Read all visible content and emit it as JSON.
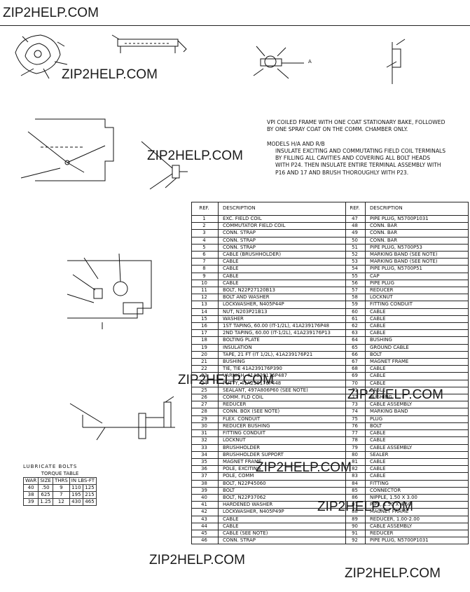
{
  "watermarks": [
    "ZIP2HELP.COM",
    "ZIP2HELP.COM",
    "ZIP2HELP.COM",
    "ZIP2HELP.COM",
    "ZIP2HELP.COM",
    "ZIP2HELP.COM",
    "ZIP2HELP.COM",
    "ZIP2HELP.COM",
    "ZIP2HELP.COM"
  ],
  "notes": {
    "vpi": "VPI COILED FRAME WITH ONE COAT STATIONARY BAKE, FOLLOWED",
    "vpi2": "BY ONE SPRAY COAT ON THE COMM. CHAMBER ONLY.",
    "models": "MODELS H/A AND R/B",
    "models1": "INSULATE EXCITING AND COMMUTATING FIELD COIL TERMINALS",
    "models2": "BY FILLING ALL CAVITIES AND COVERING ALL BOLT HEADS",
    "models3": "WITH P24. THEN INSULATE ENTIRE TERMINAL ASSEMBLY WITH",
    "models4": "P16 AND 17 AND BRUSH THOROUGHLY WITH P23."
  },
  "drawing_labels": {
    "arrow_a": "A"
  },
  "parts_table": {
    "headers": [
      "REF.",
      "DESCRIPTION",
      "REF.",
      "DESCRIPTION"
    ],
    "rows": [
      [
        "1",
        "EXC. FIELD COIL",
        "47",
        "PIPE PLUG, N5700P1031"
      ],
      [
        "2",
        "COMMUTATOR FIELD COIL",
        "48",
        "CONN. BAR"
      ],
      [
        "3",
        "CONN. STRAP",
        "49",
        "CONN. BAR"
      ],
      [
        "4",
        "CONN. STRAP",
        "50",
        "CONN. BAR"
      ],
      [
        "5",
        "CONN. STRAP",
        "51",
        "PIPE PLUG, N5700P53"
      ],
      [
        "6",
        "CABLE (BRUSHHOLDER)",
        "52",
        "MARKING BAND (SEE NOTE)"
      ],
      [
        "7",
        "CABLE",
        "53",
        "MARKING BAND (SEE NOTE)"
      ],
      [
        "8",
        "CABLE",
        "54",
        "PIPE PLUG, N5700P51"
      ],
      [
        "9",
        "CABLE",
        "55",
        "CAP"
      ],
      [
        "10",
        "CABLE",
        "56",
        "PIPE PLUG"
      ],
      [
        "11",
        "BOLT, N22P27120B13",
        "57",
        "REDUCER"
      ],
      [
        "12",
        "BOLT AND WASHER",
        "58",
        "LOCKNUT"
      ],
      [
        "13",
        "LOCKWASHER, N405P44P",
        "59",
        "FITTING CONDUIT"
      ],
      [
        "14",
        "NUT, N203P21B13",
        "60",
        "CABLE"
      ],
      [
        "15",
        "WASHER",
        "61",
        "CABLE"
      ],
      [
        "16",
        "1ST TAPING, 60.00 (IT-1/2L), 41A239176P48",
        "62",
        "CABLE"
      ],
      [
        "17",
        "2ND TAPING, 60.00 (IT-1/2L), 41A239176P13",
        "63",
        "CABLE"
      ],
      [
        "18",
        "BOLTING PLATE",
        "64",
        "BUSHING"
      ],
      [
        "19",
        "INSULATION",
        "65",
        "GROUND CABLE"
      ],
      [
        "20",
        "TAPE, 21 FT (IT 1/2L), 41A239176P21",
        "66",
        "BOLT"
      ],
      [
        "21",
        "BUSHING",
        "67",
        "MAGNET FRAME"
      ],
      [
        "22",
        "TIE, TIE 41A239176P390",
        "68",
        "CABLE"
      ],
      [
        "23",
        "VARNISH, 41A239176P487",
        "69",
        "CABLE"
      ],
      [
        "24",
        "PUTTY, 41A239176P448",
        "70",
        "CABLE"
      ],
      [
        "25",
        "SEALANT, 497A806P60 (SEE NOTE)",
        "71",
        "CABLE"
      ],
      [
        "26",
        "COMM. FLD COIL",
        "72",
        "BUSHING"
      ],
      [
        "27",
        "REDUCER",
        "73",
        "CABLE ASSEMBLY"
      ],
      [
        "28",
        "CONN. BOX (SEE NOTE)",
        "74",
        "MARKING BAND"
      ],
      [
        "29",
        "FLEX. CONDUIT",
        "75",
        "PLUG"
      ],
      [
        "30",
        "REDUCER BUSHING",
        "76",
        "BOLT"
      ],
      [
        "31",
        "FITTING CONDUIT",
        "77",
        "CABLE"
      ],
      [
        "32",
        "LOCKNUT",
        "78",
        "CABLE"
      ],
      [
        "33",
        "BRUSHHOLDER",
        "79",
        "CABLE ASSEMBLY"
      ],
      [
        "34",
        "BRUSHHOLDER SUPPORT",
        "80",
        "SEALER"
      ],
      [
        "35",
        "MAGNET FRAME",
        "81",
        "CABLE"
      ],
      [
        "36",
        "POLE, EXCITING",
        "82",
        "CABLE"
      ],
      [
        "37",
        "POLE, COMM",
        "83",
        "CABLE"
      ],
      [
        "38",
        "BOLT, N22P45060",
        "84",
        "FITTING"
      ],
      [
        "39",
        "BOLT",
        "85",
        "CONNECTOR"
      ],
      [
        "40",
        "BOLT, N22P37062",
        "86",
        "NIPPLE, 1.50 X 3.00"
      ],
      [
        "41",
        "HARDENED WASHER",
        "87",
        "PIPE, 1.50 X 4.50"
      ],
      [
        "42",
        "LOCKWASHER, N405P49P",
        "88",
        "MAGNET FRAME"
      ],
      [
        "43",
        "CABLE",
        "89",
        "REDUCER, 1.00-2.00"
      ],
      [
        "44",
        "CABLE",
        "90",
        "CABLE ASSEMBLY"
      ],
      [
        "45",
        "CABLE (SEE NOTE)",
        "91",
        "REDUCER"
      ],
      [
        "46",
        "CONN. STRAP",
        "92",
        "PIPE PLUG, N5700P1031"
      ]
    ]
  },
  "torque_table": {
    "title": "LUBRICATE BOLTS",
    "caption": "TORQUE TABLE",
    "headers": [
      "WAR",
      "SIZE",
      "THRS",
      "IN LBS-FT"
    ],
    "rows": [
      [
        "40",
        ".50",
        "9",
        "110",
        "125"
      ],
      [
        "38",
        "625",
        "7",
        "195",
        "215"
      ],
      [
        "39",
        "1.25",
        "12",
        "430",
        "465"
      ]
    ]
  }
}
